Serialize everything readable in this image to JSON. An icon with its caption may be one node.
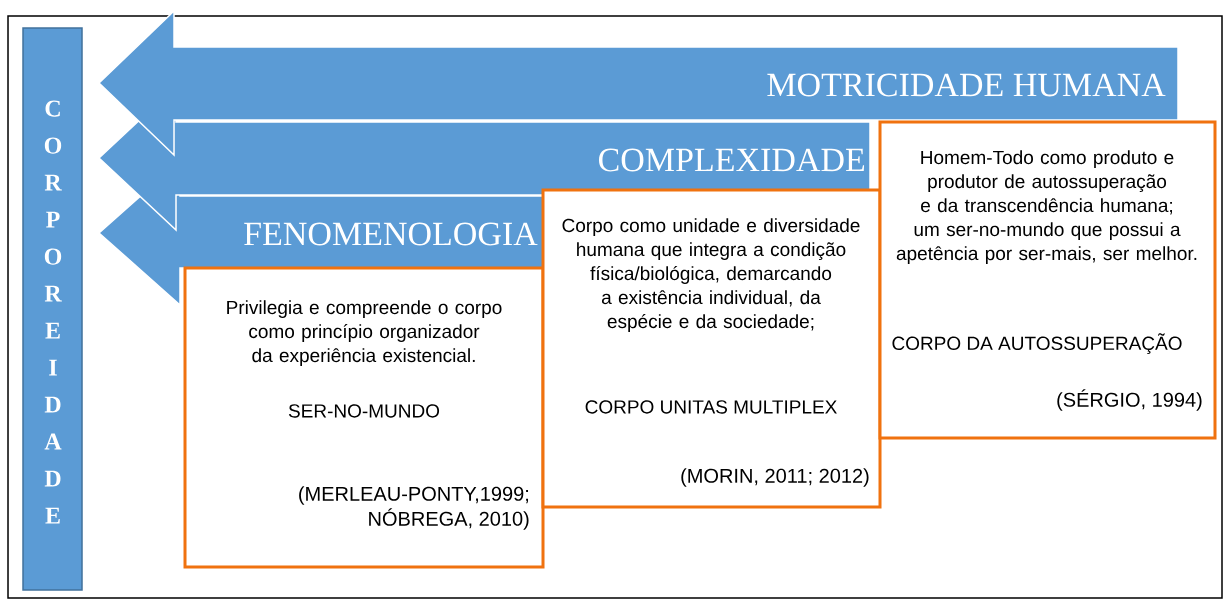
{
  "diagram": {
    "nodes": [
      {
        "text": [
          "CORPOREIDADE"
        ]
      },
      {
        "text": [
          "MOTRICIDADE HUMANA"
        ]
      },
      {
        "text": [
          "COMPLEXIDADE"
        ]
      },
      {
        "text": [
          "FENOMENOLOGIA"
        ]
      },
      {
        "text": [
          "Privilegia e compreende o corpo como princípio organizador da experiência existencial.",
          "SER-NO-MUNDO",
          "(MERLEAU-PONTY,1999; NÓBREGA, 2010)"
        ]
      },
      {
        "text": [
          "Corpo como unidade e diversidade humana que integra a condição física/biológica, demarcando a existência individual, da espécie e da sociedade;",
          "CORPO UNITAS MULTIPLEX",
          "(MORIN, 2011; 2012)"
        ]
      },
      {
        "text": [
          "Homem-Todo como produto e produtor de autossuperação e da transcendência humana; um ser-no-mundo que possui a apetência por ser-mais, ser melhor.",
          "CORPO DA AUTOSSUPERAÇÃO",
          "(SÉRGIO, 1994)"
        ]
      }
    ]
  }
}
